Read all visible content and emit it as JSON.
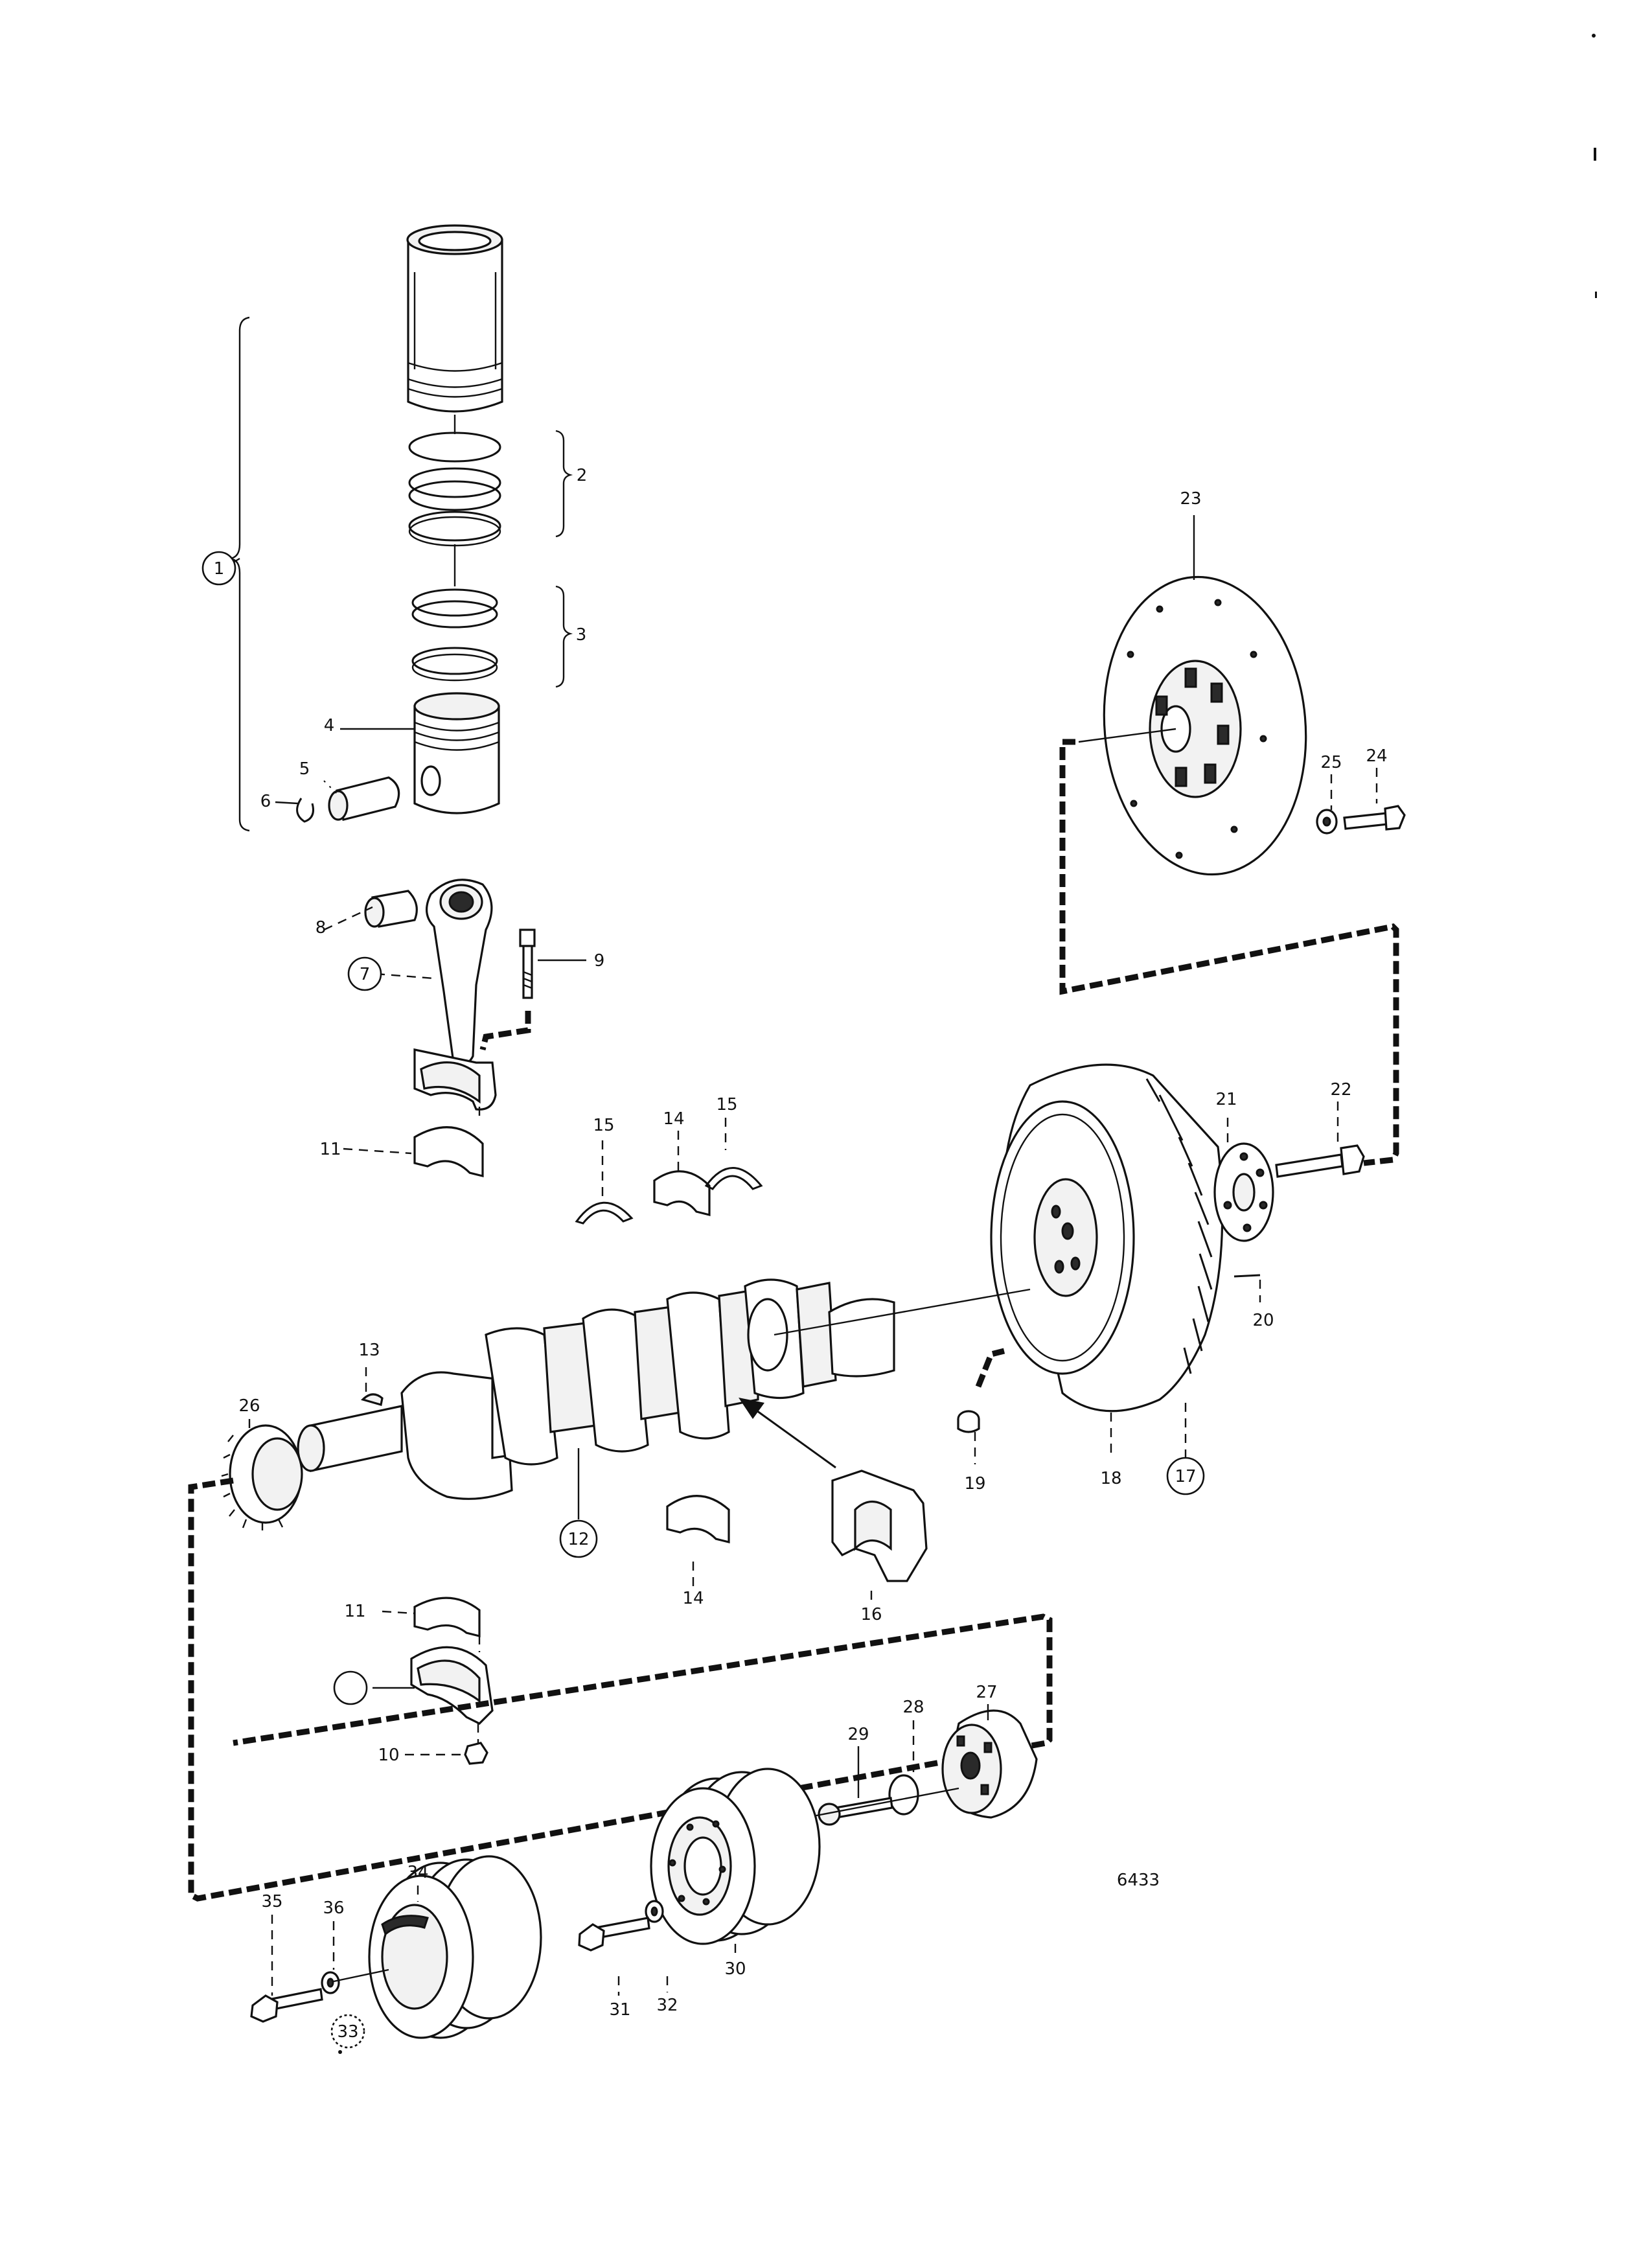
{
  "diagram": {
    "drawing_number": "6433",
    "callouts": [
      "1",
      "2",
      "3",
      "4",
      "5",
      "6",
      "7",
      "8",
      "9",
      "10",
      "11",
      "12",
      "13",
      "14",
      "15",
      "16",
      "17",
      "18",
      "19",
      "20",
      "21",
      "22",
      "23",
      "24",
      "25",
      "26",
      "27",
      "28",
      "29",
      "30",
      "31",
      "32",
      "33",
      "34",
      "35",
      "36"
    ],
    "encircled_callouts": [
      "1",
      "7",
      "12",
      "17",
      "33"
    ]
  }
}
